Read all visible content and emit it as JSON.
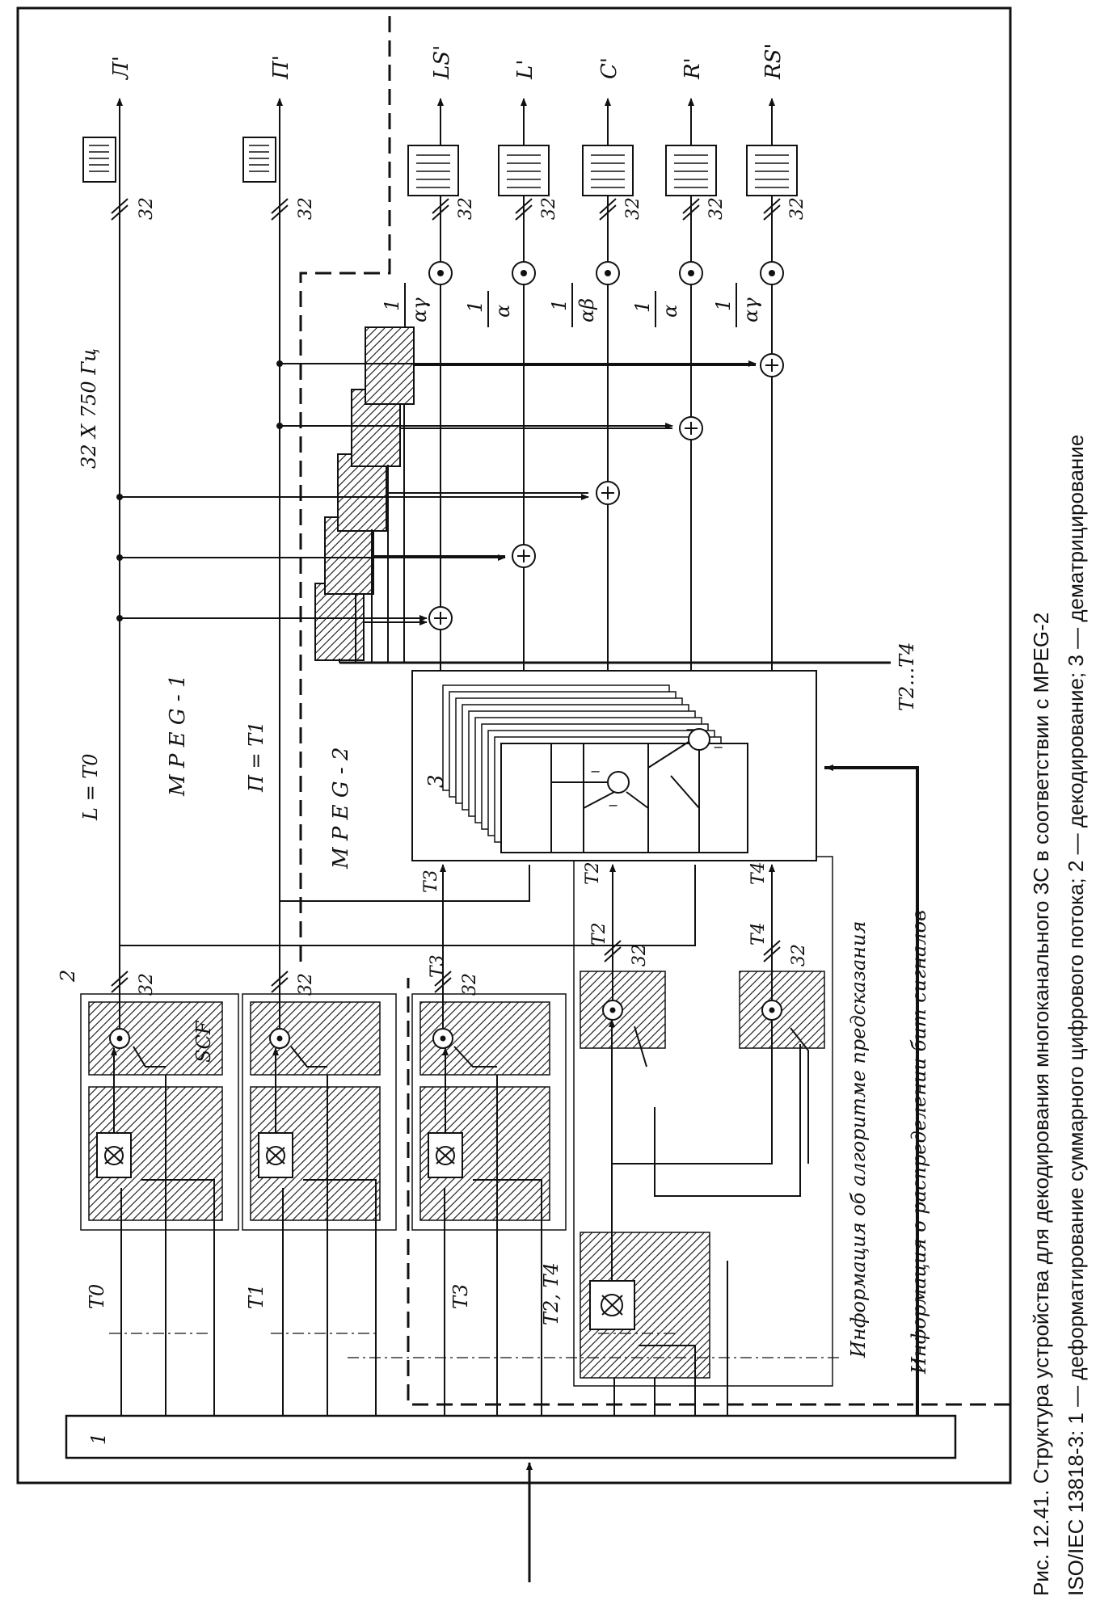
{
  "caption": {
    "line1": "Рис. 12.41. Структура устройства для декодирования многоканального ЗС в соответствии с MPEG-2",
    "line2": "ISO/IEC 13818-3: 1 — деформатирование суммарного цифрового потока; 2 — декодирование; 3 — дематрицирование"
  },
  "blocks": {
    "b1": "1",
    "b2": "2",
    "b3": "3"
  },
  "text": {
    "freq": "32 X 750 Гц",
    "mpeg1": "M P E G - 1",
    "mpeg2": "M P E G - 2",
    "l_eq": "L = T0",
    "p_eq": "П = T1",
    "scf": "SCF",
    "info_pred": "Информация об алгоритме предсказания",
    "info_bits": "Информация о распределении бит сигналов",
    "t2t4_bus": "T2...T4"
  },
  "inputs": [
    "T0",
    "T1",
    "T3",
    "T2, T4"
  ],
  "bus_labels": [
    "32",
    "32",
    "32",
    "32",
    "32"
  ],
  "bus_t": [
    "T3",
    "T2",
    "T4"
  ],
  "mid_t": [
    "T3",
    "T2",
    "T4"
  ],
  "outputs": [
    "Л'",
    "П'",
    "LS'",
    "L'",
    "C'",
    "R'",
    "RS'"
  ],
  "out_bits": [
    "32",
    "32",
    "32",
    "32",
    "32",
    "32",
    "32"
  ],
  "factors": [
    {
      "num": "1",
      "den": "αγ"
    },
    {
      "num": "1",
      "den": "α"
    },
    {
      "num": "1",
      "den": "αβ"
    },
    {
      "num": "1",
      "den": "α"
    },
    {
      "num": "1",
      "den": "αγ"
    }
  ]
}
